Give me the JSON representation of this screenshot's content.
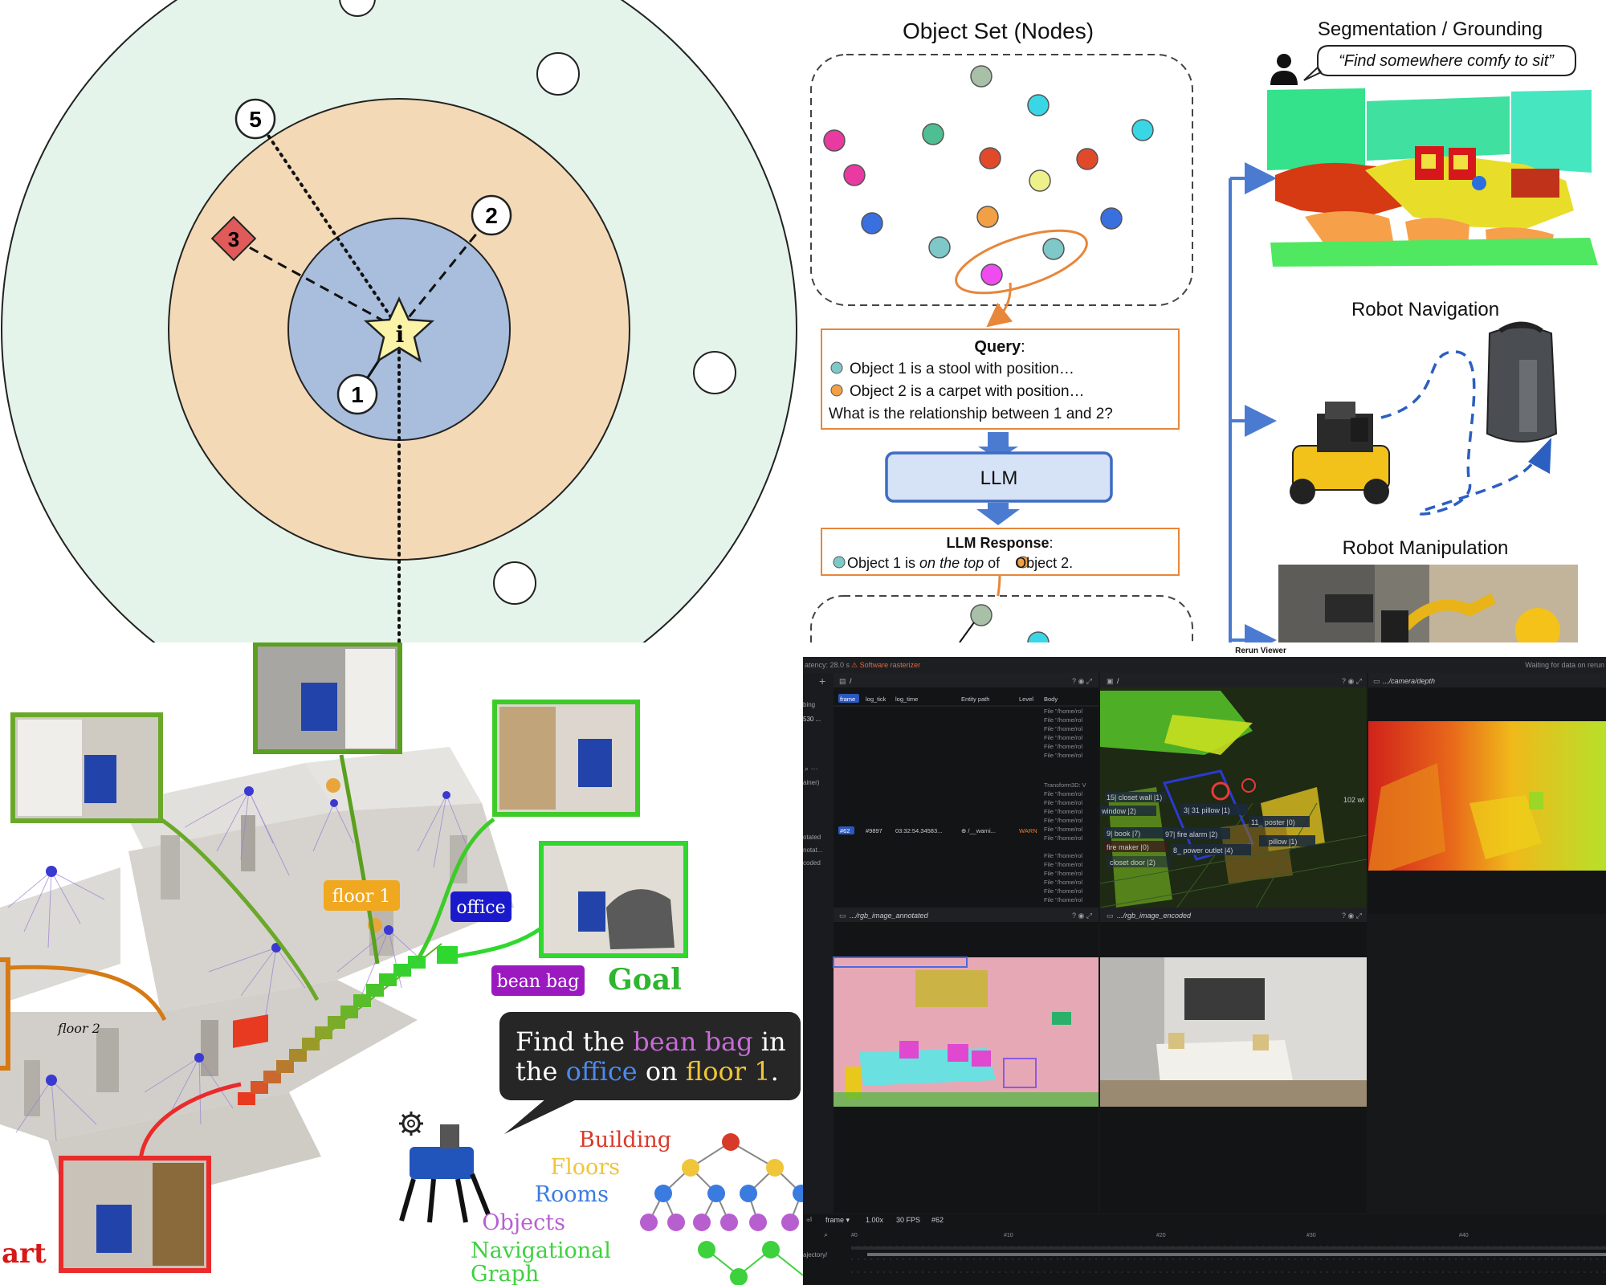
{
  "radial": {
    "center_label": "i",
    "nodes": [
      {
        "id": "1",
        "label": "1"
      },
      {
        "id": "2",
        "label": "2"
      },
      {
        "id": "3",
        "label": "3"
      },
      {
        "id": "5",
        "label": "5"
      }
    ]
  },
  "pipeline": {
    "object_set_title": "Object Set (Nodes)",
    "query_title": "Query",
    "query_colon": ":",
    "query_lines": [
      "Object 1 is a stool with position…",
      "Object 2 is a carpet with position…",
      "What is the relationship between 1 and 2?"
    ],
    "llm_label": "LLM",
    "response_title": "LLM Response",
    "response_colon": ":",
    "response_parts": [
      "Object 1 is ",
      "on the top",
      " of ",
      "Object 2."
    ],
    "seg_title": "Segmentation / Grounding",
    "quote": "“Find somewhere comfy to sit”",
    "nav_title": "Robot Navigation",
    "manip_title": "Robot Manipulation",
    "colors": {
      "box_border": "#e8863a",
      "llm_fill": "#d6e2f5",
      "llm_border": "#3d6cc4",
      "arrow_blue": "#4a7bd0"
    }
  },
  "scene_graph": {
    "labels": {
      "floor1": "floor 1",
      "office": "office",
      "beanbag": "bean bag",
      "goal": "Goal",
      "floor2": "floor 2",
      "start": "art"
    },
    "bubble": {
      "line1": [
        "Find the ",
        "bean bag",
        " in"
      ],
      "line2": [
        "the ",
        "office",
        " on ",
        "floor 1",
        "."
      ]
    },
    "legend": [
      "Building",
      "Floors",
      "Rooms",
      "Objects",
      "Navigational",
      "Graph"
    ],
    "colors": {
      "building": "#d83a2a",
      "floors": "#f0c53a",
      "rooms": "#3a7be0",
      "objects": "#b85fd0",
      "nav": "#3ed13e",
      "goal": "#2fb52f"
    }
  },
  "rerun": {
    "app_title": "Rerun Viewer",
    "latency": "atency: 28.0 s",
    "warning": "⚠ Software rasterizer",
    "waiting": "Waiting for data on rerun",
    "blueprint_items": [
      "bing",
      "530 ...",
      "ainer)",
      "otated",
      "notat...",
      "coded",
      "ajectory/"
    ],
    "log_panel": {
      "path": "/",
      "columns": [
        "frame",
        "log_tick",
        "log_time",
        "Entity path",
        "Level",
        "Body"
      ],
      "body_lines": [
        "File \"/home/rol",
        "File \"/home/rol",
        "File \"/home/rol",
        "File \"/home/rol",
        "File \"/home/rol",
        "File \"/home/rol"
      ],
      "transform_line": "Transform3D: V",
      "row": {
        "frame": "#62",
        "log_tick": "#9897",
        "log_time": "03:32:54.34583...",
        "entity": "⊕ /__warni...",
        "level": "WARN"
      }
    },
    "spatial_labels": [
      "15| closet wall |1)",
      "window |2)",
      "3| 31 pillow |1)",
      "11_ poster |0)",
      "9| book |7)",
      "97| fire alarm |2)",
      "fire maker |0)",
      "8_ power outlet |4)",
      "pillow |1)",
      "closet door |2)",
      "102 wi"
    ],
    "depth_title": ".../camera/depth",
    "annot_title": ".../rgb_image_annotated",
    "encoded_title": ".../rgb_image_encoded",
    "timeline": {
      "selector": "frame ▾",
      "speed": "1.00x",
      "fps": "30 FPS",
      "current": "#62",
      "ticks": [
        "#0",
        "#10",
        "#20",
        "#30",
        "#40"
      ]
    }
  }
}
